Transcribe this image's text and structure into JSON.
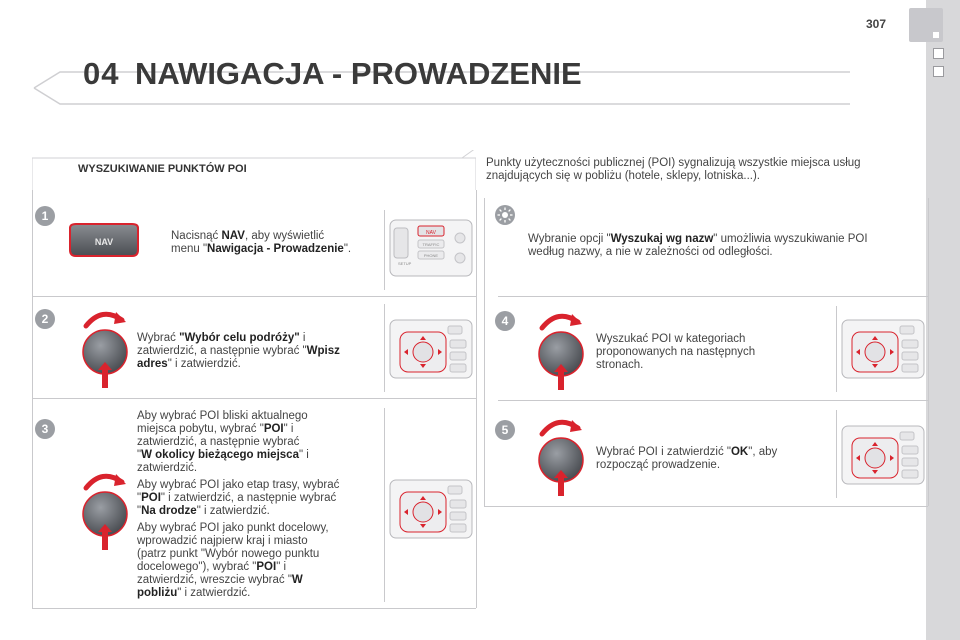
{
  "page": {
    "number": "307"
  },
  "chapter": {
    "number": "04",
    "title": "NAWIGACJA - PROWADZENIE"
  },
  "section": {
    "title": "WYSZUKIWANIE PUNKTÓW POI"
  },
  "intro": {
    "line1": "Punkty użyteczności publicznej (POI) sygnalizują wszystkie miejsca usług",
    "line2": "znajdujących się w pobliżu (hotele, sklepy, lotniska...)."
  },
  "nav_button_label": "NAV",
  "device_labels": {
    "nav": "NAV",
    "traffic": "TRAFFIC",
    "phone": "PHONE",
    "setup": "SETUP"
  },
  "steps": [
    {
      "number": "1",
      "parts": [
        {
          "t": "Nacisnąć ",
          "b": false
        },
        {
          "t": "NAV",
          "b": true
        },
        {
          "t": ", aby wyświetlić",
          "b": false
        },
        {
          "t": "menu \"",
          "b": false
        },
        {
          "t": "Nawigacja - Prowadzenie",
          "b": true
        },
        {
          "t": "\".",
          "b": false
        }
      ]
    },
    {
      "number": "2",
      "l1a": "Wybrać ",
      "l1b": "\"Wybór celu podróży\"",
      "l1c": " i",
      "l2a": "zatwierdzić, a następnie wybrać \"",
      "l2b": "Wpisz",
      "l3a": "adres",
      "l3b": "\" i zatwierdzić."
    },
    {
      "number": "3",
      "p1": {
        "l1": "Aby wybrać POI bliski aktualnego",
        "l2a": "miejsca pobytu, wybrać \"",
        "l2b": "POI",
        "l2c": "\" i",
        "l3": "zatwierdzić, a następnie wybrać",
        "l4a": "\"",
        "l4b": "W okolicy bieżącego miejsca",
        "l4c": "\" i",
        "l5": "zatwierdzić."
      },
      "p2": {
        "l1": "Aby wybrać POI jako etap trasy, wybrać",
        "l2a": "\"",
        "l2b": "POI",
        "l2c": "\" i zatwierdzić, a następnie wybrać",
        "l3a": "\"",
        "l3b": "Na drodze",
        "l3c": "\" i zatwierdzić."
      },
      "p3": {
        "l1": "Aby wybrać POI jako punkt docelowy,",
        "l2": "wprowadzić najpierw kraj i miasto",
        "l3": "(patrz punkt \"Wybór nowego punktu",
        "l4a": "docelowego\"), wybrać \"",
        "l4b": "POI",
        "l4c": "\" i",
        "l5a": "zatwierdzić, wreszcie wybrać \"",
        "l5b": "W",
        "l6a": "pobliżu",
        "l6b": "\" i zatwierdzić."
      }
    },
    {
      "number": "4",
      "l1": "Wyszukać POI w kategoriach",
      "l2": "proponowanych na następnych",
      "l3": "stronach."
    },
    {
      "number": "5",
      "l1a": "Wybrać POI i zatwierdzić \"",
      "l1b": "OK",
      "l1c": "\", aby",
      "l2": "rozpocząć prowadzenie."
    }
  ],
  "tip": {
    "l1a": "Wybranie opcji \"",
    "l1b": "Wyszukaj wg nazw",
    "l1c": "\" umożliwia wyszukiwanie POI",
    "l2": "według nazwy, a nie w zależności od odległości."
  },
  "colors": {
    "accent_red": "#d9232d",
    "badge_gray": "#9b9ea3",
    "knob": "#6c6f74"
  }
}
